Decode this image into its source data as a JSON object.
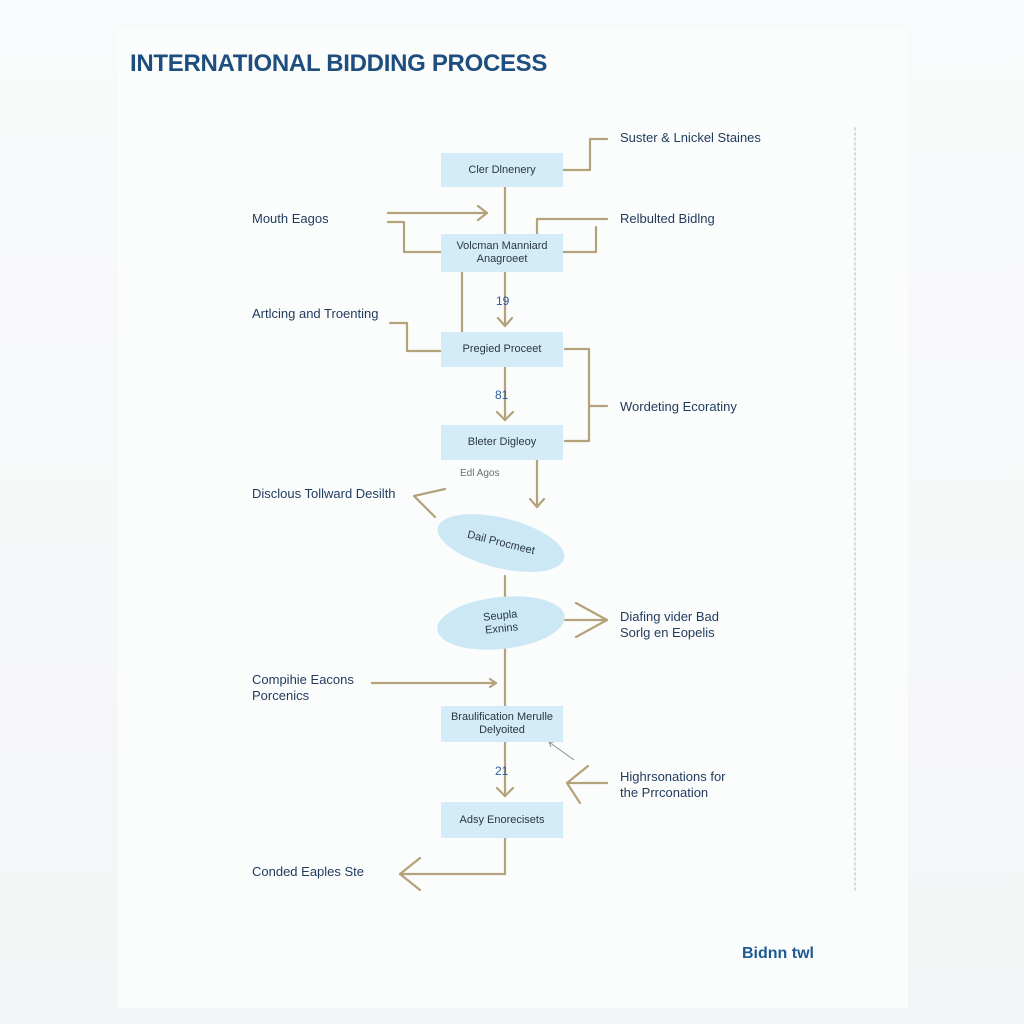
{
  "title": "INTERNATIONAL BIDDING PROCESS",
  "boxes": [
    "Cler Dlnenery",
    "Volcman Manniard\nAnagroeet",
    "Pregied Proceet",
    "Bleter Digleoy",
    "Braulification Merulle\nDelyoited",
    "Adsy Enorecisets"
  ],
  "ellipses": [
    "Dail Procmeet",
    "Seupla\nExnins"
  ],
  "labels": {
    "left": [
      "Mouth Eagos",
      "Artlcing and Troenting",
      "Disclous Tollward Desilth",
      "Compihie Eacons\nPorcenics",
      "Conded Eaples Ste"
    ],
    "right": [
      "Suster & Lnickel Staines",
      "Relbulted Bidlng",
      "Wordeting Ecoratiny",
      "Diafing vider Bad\nSorlg en Eopelis",
      "Highrsonations for\nthe Prrconation"
    ]
  },
  "step_numbers": [
    "19",
    "81",
    "21"
  ],
  "note": "Edl Agos",
  "logo": "Bidnn twl",
  "colors": {
    "title": "#1d4e7e",
    "box_fill": "#d4ecf7",
    "connector": "#b3a27a",
    "label": "#1f3a5c"
  }
}
